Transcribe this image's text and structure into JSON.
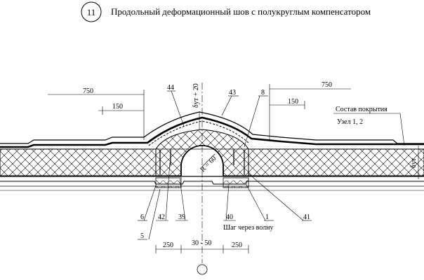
{
  "node_number": "11",
  "title": "Продольный деформационный шов с полукруглым компенсатором",
  "callouts": {
    "c44": "44",
    "c43": "43",
    "c8": "8",
    "c6": "6",
    "c5": "5",
    "c42": "42",
    "c39": "39",
    "c40": "40",
    "c1": "1",
    "c41": "41"
  },
  "dimensions": {
    "left_750": "750",
    "left_150": "150",
    "right_750": "750",
    "right_150": "150",
    "bottom_left_250": "250",
    "bottom_gap": "30 - 50",
    "bottom_right_250": "250",
    "radius": "R = 60",
    "top_thickness": "δут + 20",
    "side_thickness": "δут"
  },
  "notes": {
    "roof_composition": "Состав покрытия",
    "node_ref": "Узел 1, 2",
    "step": "Шаг через волну"
  }
}
